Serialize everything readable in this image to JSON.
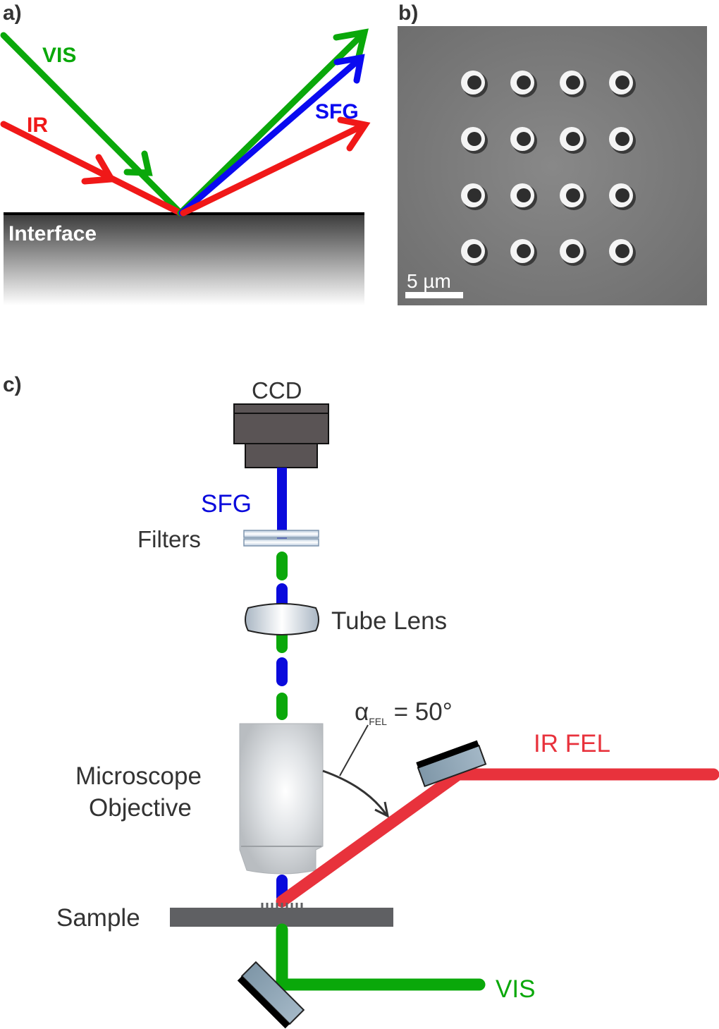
{
  "panel_a": {
    "label": "a)",
    "vis_label": "VIS",
    "ir_label": "IR",
    "sfg_label": "SFG",
    "interface_label": "Interface"
  },
  "panel_b": {
    "label": "b)",
    "scale_bar_label": "5 µm",
    "dot_rows": 4,
    "dot_cols": 4
  },
  "panel_c": {
    "label": "c)",
    "ccd_label": "CCD",
    "sfg_label": "SFG",
    "filters_label": "Filters",
    "tube_lens_label": "Tube Lens",
    "alpha_symbol": "α",
    "alpha_subscript": "FEL",
    "alpha_value": " = 50°",
    "objective_label_line1": "Microscope",
    "objective_label_line2": "Objective",
    "ir_fel_label": "IR FEL",
    "sample_label": "Sample",
    "vis_label": "VIS"
  },
  "colors": {
    "green": "#0aa80a",
    "red": "#f01818",
    "blue": "#0a0af0",
    "ir_fel_red": "#e8323c",
    "vis_green": "#0aa80a",
    "sfg_blue": "#0a0adc",
    "dark_gray": "#5a5a5a",
    "mirror_blue_gray": "#8ea4b4"
  }
}
